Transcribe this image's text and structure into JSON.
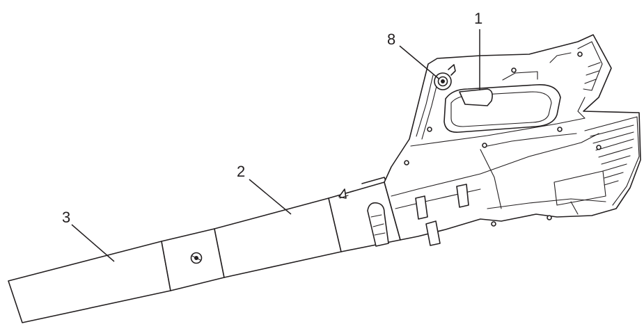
{
  "callouts": [
    {
      "id": "1",
      "label": "1"
    },
    {
      "id": "8",
      "label": "8"
    },
    {
      "id": "2",
      "label": "2"
    },
    {
      "id": "3",
      "label": "3"
    }
  ],
  "colors": {
    "line": "#231f20",
    "background": "#ffffff"
  }
}
